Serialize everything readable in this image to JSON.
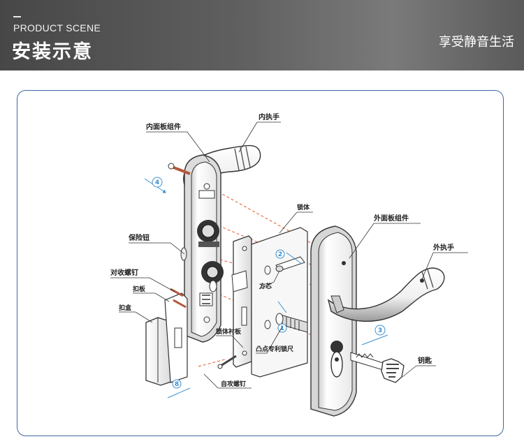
{
  "header": {
    "subtitle_en": "PRODUCT SCENE",
    "title_zh": "安装示意",
    "slogan": "享受静音生活"
  },
  "labels": {
    "inner_panel": "内面板组件",
    "inner_handle": "内执手",
    "safety_knob": "保险钮",
    "screws": "对收螺钉",
    "strike_plate": "扣板",
    "strike_box": "扣盒",
    "lock_body": "锁体",
    "spindle": "方芯",
    "lock_plate": "锁体衬板",
    "cylinder": "凸点专利锁尺",
    "outer_panel": "外面板组件",
    "outer_handle": "外执手",
    "key": "钥匙",
    "self_tapping": "自攻螺钉"
  },
  "steps": {
    "s1": "1",
    "s2": "2",
    "s3": "3",
    "s4": "4",
    "s8": "8"
  },
  "colors": {
    "banner_dark": "#474747",
    "frame_border": "#3d6aa0",
    "step_blue": "#3a8fd0",
    "guide_red": "#e05a2b"
  }
}
